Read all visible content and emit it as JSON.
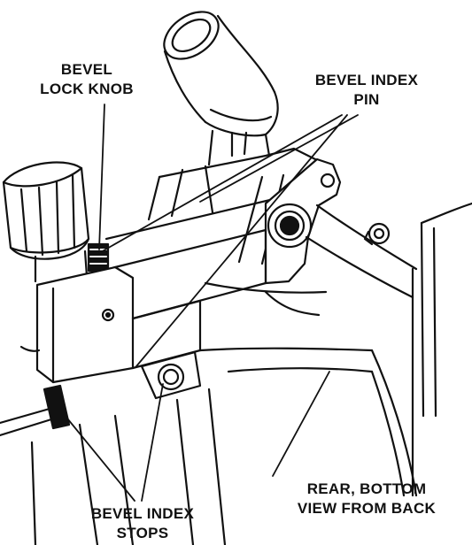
{
  "labels": {
    "bevel_lock_knob": {
      "line1": "BEVEL",
      "line2": "LOCK KNOB"
    },
    "bevel_index_pin": {
      "line1": "BEVEL INDEX",
      "line2": "PIN"
    },
    "bevel_index_stops": {
      "line1": "BEVEL INDEX",
      "line2": "STOPS"
    },
    "view_caption": {
      "line1": "REAR, BOTTOM",
      "line2": "VIEW FROM BACK"
    }
  },
  "colors": {
    "ink": "#111111",
    "paper": "#ffffff"
  }
}
